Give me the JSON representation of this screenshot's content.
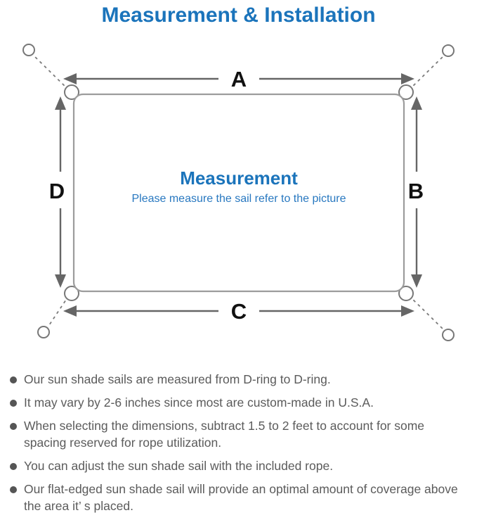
{
  "title": "Measurement & Installation",
  "colors": {
    "accent-blue": "#1b74bb",
    "caption-blue": "#2878c0",
    "text-gray": "#5b5b5b"
  },
  "diagram": {
    "labels": {
      "top": "A",
      "right": "B",
      "bottom": "C",
      "left": "D"
    },
    "center_heading": "Measurement",
    "center_caption": "Please measure the sail refer to the picture"
  },
  "notes": {
    "items": [
      "Our sun shade sails are measured from D-ring to D-ring.",
      "It may vary by 2-6 inches since most are custom-made in U.S.A.",
      "When selecting the dimensions, subtract 1.5 to 2 feet to account for some spacing reserved for rope utilization.",
      "You can adjust the sun shade sail with the included rope.",
      "Our flat-edged sun shade sail will provide an optimal amount of coverage above the area it’ s placed."
    ]
  }
}
